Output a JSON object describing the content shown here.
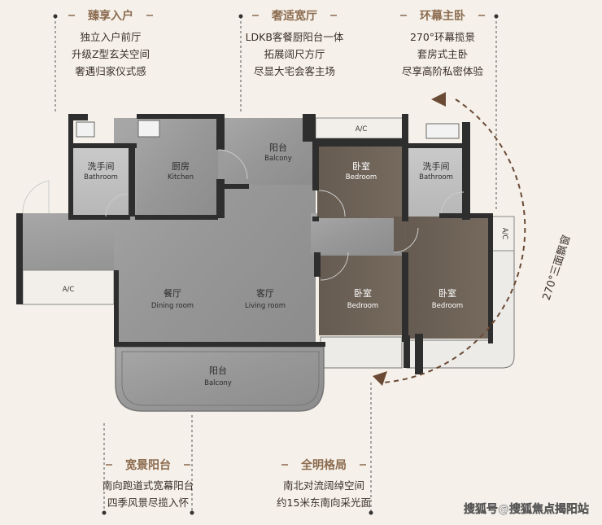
{
  "callouts": {
    "entrance": {
      "title": "臻享入户",
      "lines": [
        "独立入户前厅",
        "升级Z型玄关空间",
        "奢遇归家仪式感"
      ]
    },
    "hall": {
      "title": "奢适宽厅",
      "lines": [
        "LDKB客餐厨阳台一体",
        "拓展阔尺方厅",
        "尽显大宅会客主场"
      ]
    },
    "master": {
      "title": "环幕主卧",
      "lines": [
        "270°环幕揽景",
        "套房式主卧",
        "尽享高阶私密体验"
      ]
    },
    "balcony": {
      "title": "宽景阳台",
      "lines": [
        "南向跑道式宽幕阳台",
        "四季风景尽揽入怀"
      ]
    },
    "layout": {
      "title": "全明格局",
      "lines": [
        "南北对流阔绰空间",
        "约15米东南向采光面"
      ]
    }
  },
  "rooms": {
    "bathroom1": {
      "cn": "洗手间",
      "en": "Bathroom"
    },
    "kitchen": {
      "cn": "厨房",
      "en": "Kitchen"
    },
    "balcony_n": {
      "cn": "阳台",
      "en": "Balcony"
    },
    "bedroom1": {
      "cn": "卧室",
      "en": "Bedroom"
    },
    "bathroom2": {
      "cn": "洗手间",
      "en": "Bathroom"
    },
    "dining": {
      "cn": "餐厅",
      "en": "Dining room"
    },
    "living": {
      "cn": "客厅",
      "en": "Living room"
    },
    "bedroom2": {
      "cn": "卧室",
      "en": "Bedroom"
    },
    "bedroom3": {
      "cn": "卧室",
      "en": "Bedroom"
    },
    "balcony_s": {
      "cn": "阳台",
      "en": "Balcony"
    }
  },
  "ac_label": "A/C",
  "arc_label": "270°三面飘窗",
  "watermark": "搜狐号@搜狐焦点揭阳站",
  "colors": {
    "accent": "#8c6b4f",
    "floor_gray": "#9b9b9b",
    "wood": "#6e6358",
    "wall": "#2e2e2e",
    "background": "#f5f1ea"
  }
}
